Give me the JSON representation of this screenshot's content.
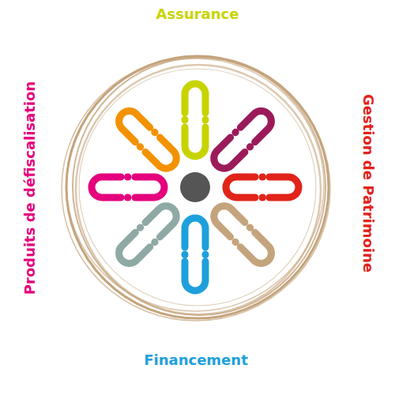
{
  "diagram": {
    "labels": [
      "Assurance",
      "Gestion de Patrimoine",
      "Financement",
      "Produits de défiscalisation"
    ]
  }
}
